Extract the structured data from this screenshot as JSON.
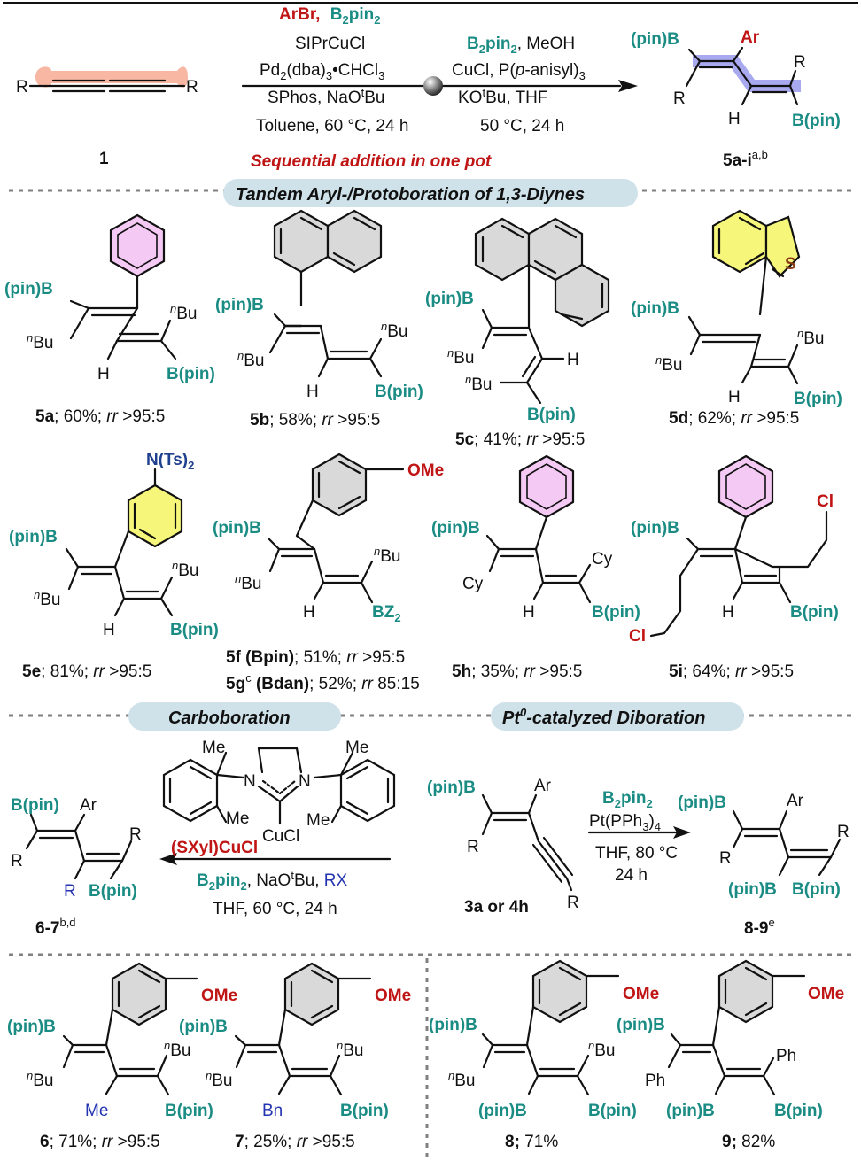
{
  "colors": {
    "boron": "#1b8c84",
    "aryl_reagent": "#c01515",
    "hetero_N": "#1f3f8f",
    "alkyl_group": "#2434b0",
    "sulfur": "#8a3b14",
    "phenyl_highlight": "#f4c9f4",
    "arene_highlight": "#d9d9d9",
    "anisyl_highlight": "#f6f67a",
    "diyne_highlight": "#f7b7a3",
    "diene_highlight": "#a9a9f0",
    "separator": "#808080",
    "section_pill": "#cfe2ea"
  },
  "top": {
    "reagent_arbr": "ArBr,",
    "reagent_b2pin2": "B",
    "reagent_b2pin2_sub": "2",
    "reagent_b2pin2_tail": "pin",
    "reagent_b2pin2_tail_sub": "2",
    "catalyst_cu": "SIPrCuCl",
    "pd_a": "Pd",
    "pd_sub": "2",
    "pd_b": "(dba)",
    "pd_sub2": "3",
    "pd_c": "•CHCl",
    "pd_sub3": "3",
    "ligand_a": "SPhos, NaO",
    "ligand_sup": "t",
    "ligand_b": "Bu",
    "conditions1": "Toluene, 60 °C, 24 h",
    "step2_b2pin2": "B",
    "step2_sub": "2",
    "step2_tail": "pin",
    "step2_sub2": "2",
    "step2_tail2": ", MeOH",
    "step2_cu_a": "CuCl, P(",
    "step2_cu_b": "p",
    "step2_cu_c": "-anisyl)",
    "step2_cu_sub": "3",
    "step2_base_a": "KO",
    "step2_base_sup": "t",
    "step2_base_b": "Bu, THF",
    "conditions2": "50 °C, 24 h",
    "sequential": "Sequential addition in one pot",
    "sm_label": "1",
    "sm_r_left": "R",
    "sm_r_right": "R",
    "product_label": "5a-i",
    "product_sup": "a,b",
    "prod_pinB": "(pin)B",
    "prod_ar": "Ar",
    "prod_r1": "R",
    "prod_r2": "R",
    "prod_h": "H",
    "prod_bpin": "B(pin)"
  },
  "section1_title": "Tandem Aryl-/Protoboration of 1,3-Diynes",
  "compounds": {
    "c5a": {
      "id": "5a",
      "yield": "; 60%; ",
      "rr": "rr",
      "ratio": " >95:5"
    },
    "c5b": {
      "id": "5b",
      "yield": "; 58%; ",
      "rr": "rr",
      "ratio": " >95:5"
    },
    "c5c": {
      "id": "5c",
      "yield": "; 41%; ",
      "rr": "rr",
      "ratio": " >95:5"
    },
    "c5d": {
      "id": "5d",
      "yield": "; 62%; ",
      "rr": "rr",
      "ratio": " >95:5"
    },
    "c5e": {
      "id": "5e",
      "yield": "; 81%; ",
      "rr": "rr",
      "ratio": " >95:5"
    },
    "c5f": {
      "id": "5f (Bpin)",
      "yield": "; 51%; ",
      "rr": "rr",
      "ratio": " >95:5"
    },
    "c5g": {
      "id": "5g",
      "sup": "c",
      "id2": " (Bdan)",
      "yield": "; 52%; ",
      "rr": "rr",
      "ratio": " 85:15"
    },
    "c5h": {
      "id": "5h",
      "yield": "; 35%; ",
      "rr": "rr",
      "ratio": " >95:5"
    },
    "c5i": {
      "id": "5i",
      "yield": "; 64%; ",
      "rr": "rr",
      "ratio": " >95:5"
    },
    "c6": {
      "id": "6",
      "yield": "; 71%; ",
      "rr": "rr",
      "ratio": " >95:5"
    },
    "c7": {
      "id": "7",
      "yield": "; 25%; ",
      "rr": "rr",
      "ratio": " >95:5"
    },
    "c8": {
      "id": "8;",
      "yield": " 71%"
    },
    "c9": {
      "id": "9;",
      "yield": " 82%"
    }
  },
  "atoms": {
    "pinB": "(pin)B",
    "bpin": "B(pin)",
    "bpin2": "B(pin)",
    "h": "H",
    "bu_n": "n",
    "bu": "Bu",
    "cy": "Cy",
    "s": "S",
    "nts": "N(Ts)",
    "nts_sub": "2",
    "ome": "OMe",
    "bz": "BZ",
    "bz_sub": "2",
    "cl": "Cl",
    "me": "Me",
    "bn": "Bn",
    "ph": "Ph",
    "ar": "Ar",
    "r": "R"
  },
  "section2_title": "Carboboration",
  "section3_title_a": "Pt",
  "section3_sup": "0",
  "section3_title_b": "-catalyzed Diboration",
  "carbo": {
    "nhc_me": "Me",
    "nhc_n": "N",
    "nhc_cucl": "CuCl",
    "catalyst": "(SXyl)CuCl",
    "reag_b": "B",
    "reag_sub": "2",
    "reag_pin": "pin",
    "reag_sub2": "2",
    "reag_base_a": ", NaO",
    "reag_base_sup": "t",
    "reag_base_b": "Bu, ",
    "reag_rx": "RX",
    "conditions": "THF, 60 °C, 24 h",
    "product_label": "6-7",
    "product_sup": "b,d"
  },
  "dibor": {
    "reag_b": "B",
    "reag_sub": "2",
    "reag_pin": "pin",
    "reag_sub2": "2",
    "cat_a": "Pt(PPh",
    "cat_sub": "3",
    "cat_b": ")",
    "cat_sub2": "4",
    "conditions_a": "THF, 80 °C",
    "conditions_b": "24 h",
    "sm_label": "3a or 4h",
    "product_label": "8-9",
    "product_sup": "e"
  }
}
